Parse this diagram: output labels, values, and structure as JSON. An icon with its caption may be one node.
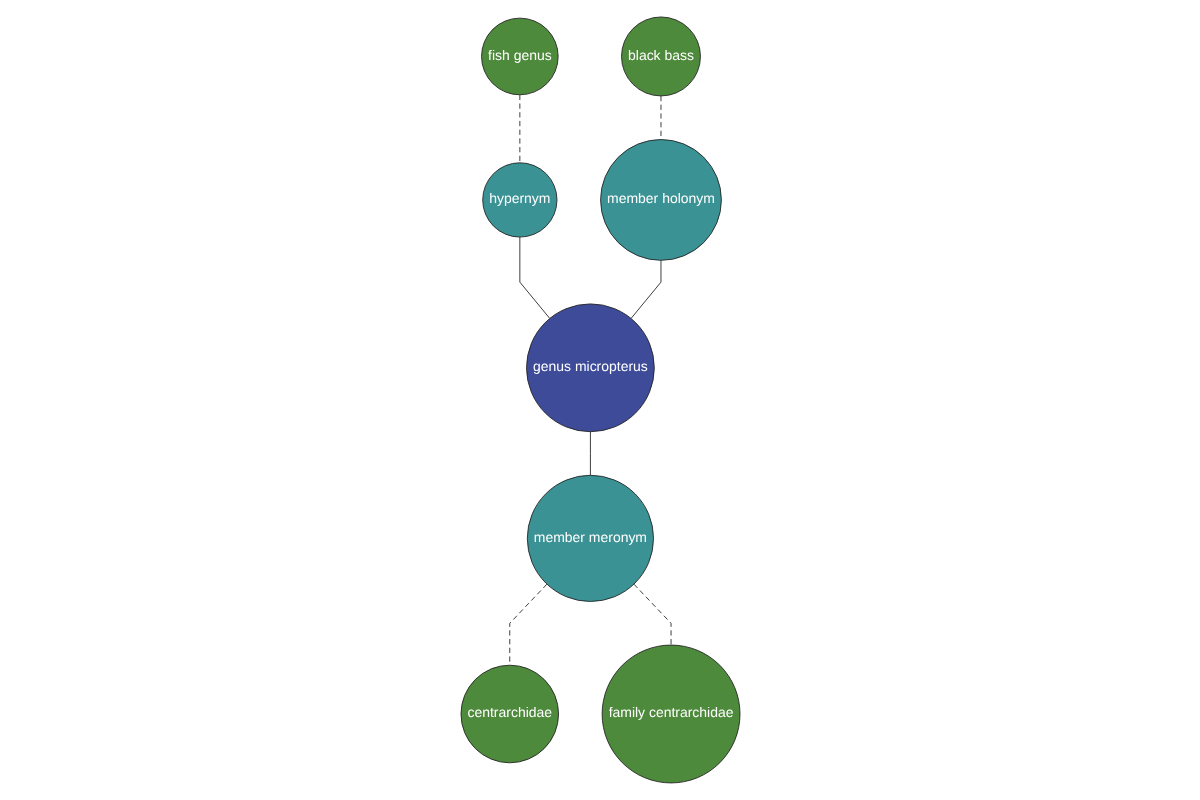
{
  "diagram": {
    "nodes": [
      {
        "text": [
          "fish genus"
        ]
      },
      {
        "text": [
          "hypernym"
        ]
      },
      {
        "text": [
          "black bass"
        ]
      },
      {
        "text": [
          "member holonym"
        ]
      },
      {
        "text": [
          "genus micropterus"
        ]
      },
      {
        "text": [
          "member meronym"
        ]
      },
      {
        "text": [
          "centrarchidae"
        ]
      },
      {
        "text": [
          "family centrarchidae"
        ]
      }
    ],
    "edges": [
      {
        "from": 0,
        "to": 1,
        "arrow": "none",
        "style": "dashed"
      },
      {
        "from": 1,
        "to": 4,
        "arrow": "none"
      },
      {
        "from": 2,
        "to": 3,
        "arrow": "none",
        "style": "dashed"
      },
      {
        "from": 3,
        "to": 4,
        "arrow": "none"
      },
      {
        "from": 4,
        "to": 5,
        "arrow": "none"
      },
      {
        "from": 5,
        "to": 6,
        "arrow": "none",
        "style": "dashed"
      },
      {
        "from": 5,
        "to": 7,
        "arrow": "none",
        "style": "dashed"
      }
    ]
  }
}
